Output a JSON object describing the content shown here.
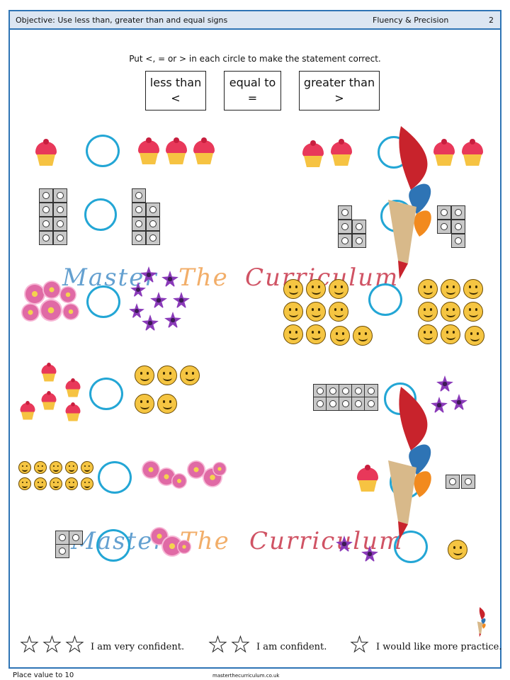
{
  "header": {
    "objective": "Objective: Use less than, greater than and equal signs",
    "category": "Fluency & Precision",
    "page": "2"
  },
  "instruction": "Put <, = or > in each circle to make the statement correct.",
  "signs": [
    {
      "word": "less than",
      "symbol": "<"
    },
    {
      "word": "equal to",
      "symbol": "="
    },
    {
      "word": "greater than",
      "symbol": ">"
    }
  ],
  "watermark": {
    "word1": "Master",
    "word2": "The",
    "word3": "Curriculum"
  },
  "confidence": {
    "very": "I am very confident.",
    "confident": "I am confident.",
    "practice": "I would like more practice."
  },
  "footer": {
    "left": "Place value to 10",
    "center": "masterthecurriculum.co.uk"
  },
  "colors": {
    "border": "#2e74b5",
    "header_bg": "#dce6f2",
    "circle": "#23a6d5",
    "watermark_blue": "#4a90c8",
    "watermark_orange": "#f0a050",
    "watermark_red": "#c8364a"
  },
  "icons": [
    "cupcake-icon",
    "smiley-icon",
    "cube-icon",
    "flower-icon",
    "pencil-logo-icon",
    "star-icon"
  ]
}
